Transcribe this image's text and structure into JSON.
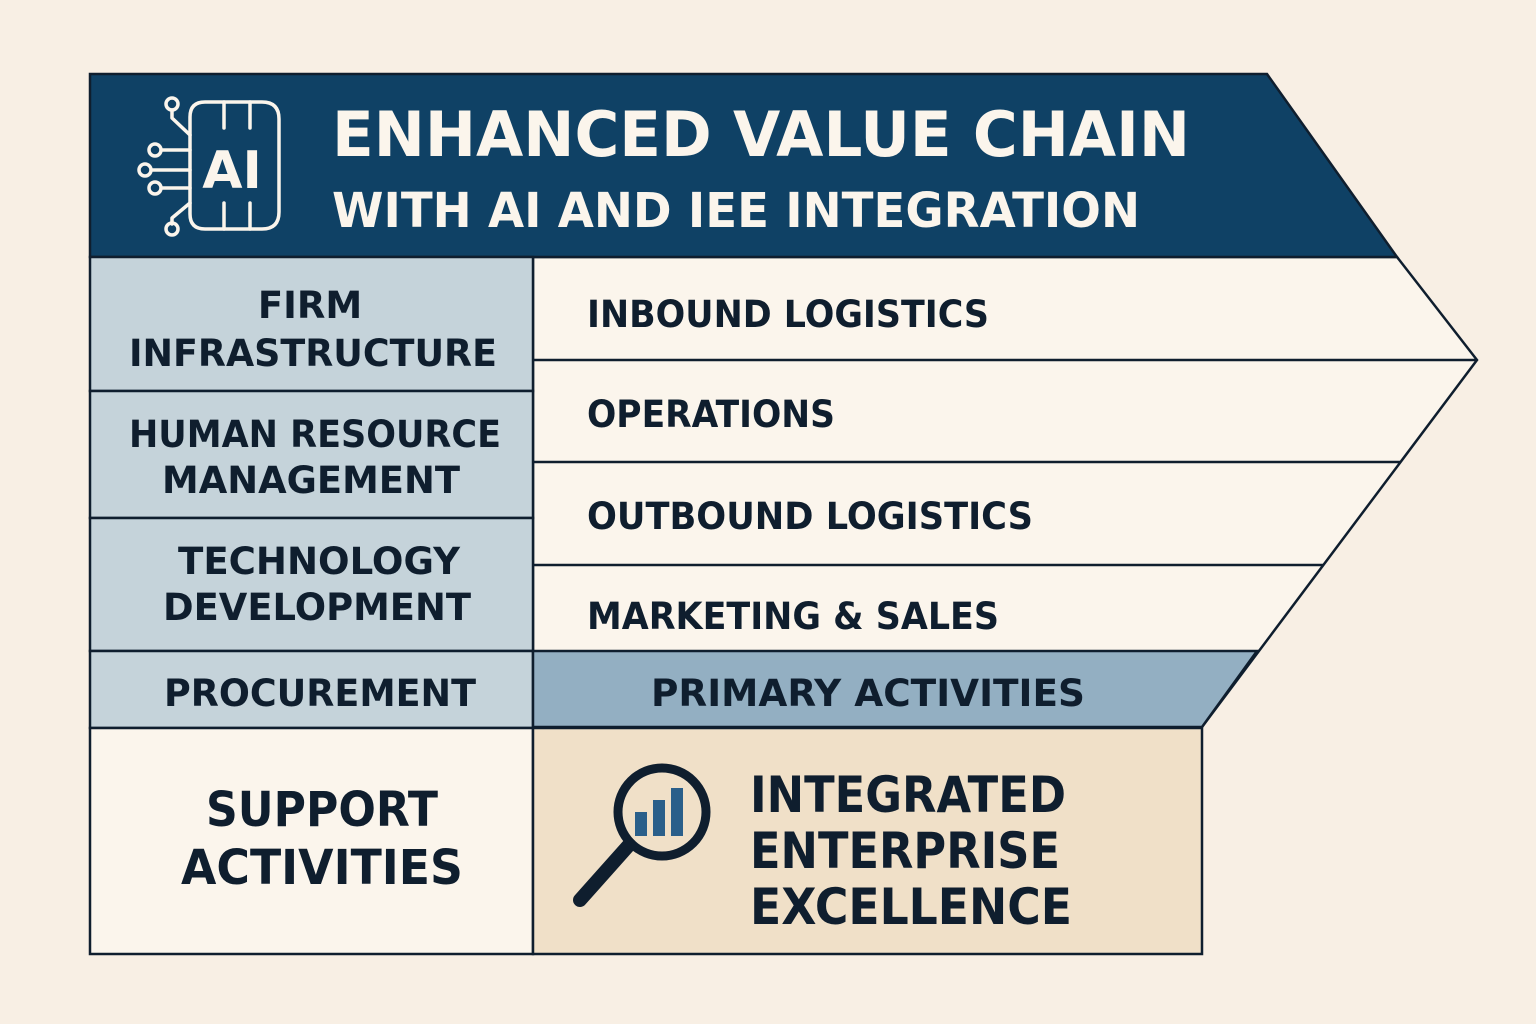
{
  "header": {
    "title": "ENHANCED VALUE CHAIN",
    "subtitle": "WITH AI AND IEE INTEGRATION",
    "ai_badge_text": "AI",
    "ai_icon": "ai-chip-icon"
  },
  "support": {
    "items": [
      {
        "lines": [
          "FIRM",
          "INFRASTRUCTURE"
        ]
      },
      {
        "lines": [
          "HUMAN RESOURCE",
          "MANAGEMENT"
        ]
      },
      {
        "lines": [
          "TECHNOLOGY",
          "DEVELOPMENT"
        ]
      },
      {
        "lines": [
          "PROCUREMENT"
        ]
      }
    ],
    "label_lines": [
      "SUPPORT",
      "ACTIVITIES"
    ]
  },
  "primary": {
    "items": [
      "INBOUND LOGISTICS",
      "OPERATIONS",
      "OUTBOUND LOGISTICS",
      "MARKETING & SALES"
    ],
    "label": "PRIMARY ACTIVITIES"
  },
  "iee": {
    "lines": [
      "INTEGRATED",
      "ENTERPRISE",
      "EXCELLENCE"
    ],
    "icon": "magnifier-chart-icon"
  },
  "colors": {
    "navy": "#0f4165",
    "ink": "#0f1e2e",
    "support_fill": "#c5d3da",
    "primary_label_fill": "#93afc2",
    "iee_fill": "#f0e0c8",
    "white_fill": "#fbf5ec",
    "background": "#f8efe4"
  }
}
